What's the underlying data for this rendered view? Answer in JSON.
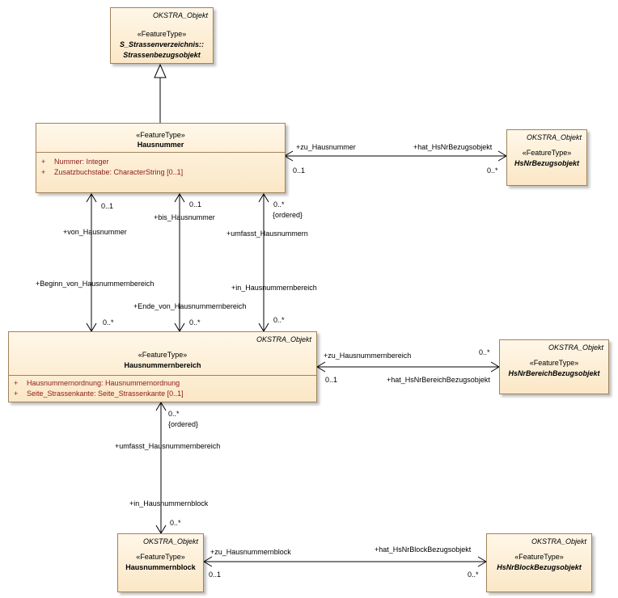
{
  "classes": {
    "strassenbezugsobjekt": {
      "package": "OKSTRA_Objekt",
      "stereotype": "«FeatureType»",
      "name_line1": "S_Strassenverzeichnis::",
      "name_line2": "Strassenbezugsobjekt"
    },
    "hausnummer": {
      "stereotype": "«FeatureType»",
      "name": "Hausnummer",
      "attributes": [
        {
          "vis": "+",
          "text": "Nummer: Integer"
        },
        {
          "vis": "+",
          "text": "Zusatzbuchstabe: CharacterString [0..1]"
        }
      ]
    },
    "hsnrbezugsobjekt": {
      "package": "OKSTRA_Objekt",
      "stereotype": "«FeatureType»",
      "name": "HsNrBezugsobjekt"
    },
    "hausnummernbereich": {
      "package": "OKSTRA_Objekt",
      "stereotype": "«FeatureType»",
      "name": "Hausnummernbereich",
      "attributes": [
        {
          "vis": "+",
          "text": "Hausnummernordnung: Hausnummernordnung"
        },
        {
          "vis": "+",
          "text": "Seite_Strassenkante: Seite_Strassenkante [0..1]"
        }
      ]
    },
    "hsnrbereichbezugsobjekt": {
      "package": "OKSTRA_Objekt",
      "stereotype": "«FeatureType»",
      "name": "HsNrBereichBezugsobjekt"
    },
    "hausnummernblock": {
      "package": "OKSTRA_Objekt",
      "stereotype": "«FeatureType»",
      "name": "Hausnummernblock"
    },
    "hsnrblockbezugsobjekt": {
      "package": "OKSTRA_Objekt",
      "stereotype": "«FeatureType»",
      "name": "HsNrBlockBezugsobjekt"
    }
  },
  "associations": {
    "hn_bezug": {
      "role_a": "+zu_Hausnummer",
      "mult_a": "0..1",
      "role_b": "+hat_HsNrBezugsobjekt",
      "mult_b": "0..*"
    },
    "von": {
      "role_a": "+von_Hausnummer",
      "mult_a": "0..1",
      "role_b": "+Beginn_von_Hausnummernbereich",
      "mult_b": "0..*"
    },
    "bis": {
      "role_a": "+bis_Hausnummer",
      "mult_a": "0..1",
      "role_b": "+Ende_von_Hausnummernbereich",
      "mult_b": "0..*"
    },
    "umfasst": {
      "role_a": "+umfasst_Hausnummern",
      "mult_a": "0..*",
      "ordered": "{ordered}",
      "role_b": "+in_Hausnummernbereich",
      "mult_b": "0..*"
    },
    "bereich_bezug": {
      "role_a": "+zu_Hausnummernbereich",
      "mult_a": "0..1",
      "role_b": "+hat_HsNrBereichBezugsobjekt",
      "mult_b": "0..*"
    },
    "block": {
      "role_a": "+umfasst_Hausnummernbereich",
      "mult_a": "0..*",
      "ordered": "{ordered}",
      "role_b": "+in_Hausnummernblock",
      "mult_b": "0..*"
    },
    "block_bezug": {
      "role_a": "+zu_Hausnummernblock",
      "mult_a": "0..1",
      "role_b": "+hat_HsNrBlockBezugsobjekt",
      "mult_b": "0..*"
    }
  }
}
